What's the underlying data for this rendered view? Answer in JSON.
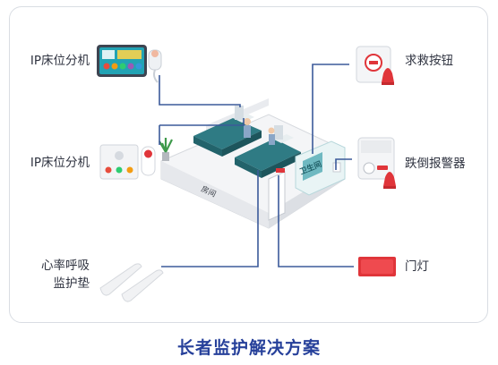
{
  "labels": {
    "bed_unit_tablet": "IP床位分机",
    "bed_unit_wall": "IP床位分机",
    "breath_pad_line1": "心率呼吸",
    "breath_pad_line2": "监护垫",
    "sos_button": "求救按钮",
    "fall_alarm": "跌倒报警器",
    "door_light": "门灯"
  },
  "room_labels": {
    "ward": "房间",
    "bathroom": "卫生间"
  },
  "caption": "长者监护解决方案",
  "colors": {
    "line": "#3b5a9a",
    "caption": "#26409a",
    "bed": "#2f7b84",
    "alarm_red": "#e0353a",
    "floor": "#f3f4f6"
  }
}
